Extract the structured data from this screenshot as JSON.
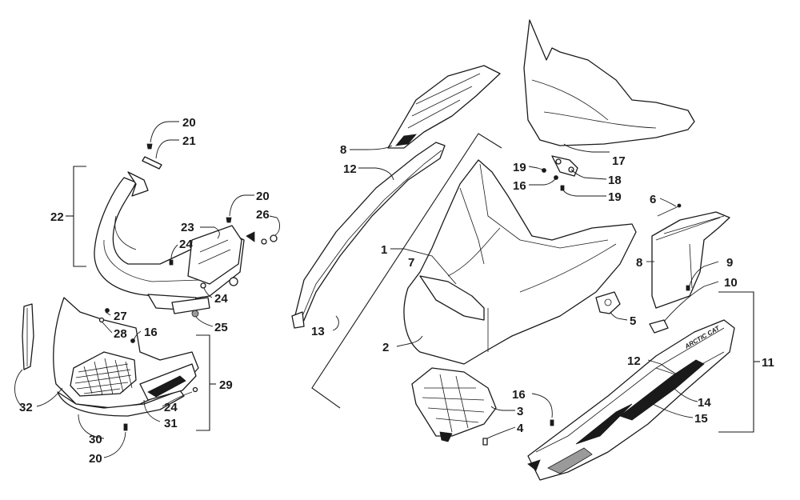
{
  "diagram": {
    "brand_text": "ARCTIC CAT",
    "callouts": [
      {
        "id": "c20a",
        "label": "20"
      },
      {
        "id": "c21",
        "label": "21"
      },
      {
        "id": "c22",
        "label": "22"
      },
      {
        "id": "c20b",
        "label": "20"
      },
      {
        "id": "c26",
        "label": "26"
      },
      {
        "id": "c23",
        "label": "23"
      },
      {
        "id": "c24a",
        "label": "24"
      },
      {
        "id": "c24b",
        "label": "24"
      },
      {
        "id": "c25",
        "label": "25"
      },
      {
        "id": "c27",
        "label": "27"
      },
      {
        "id": "c28",
        "label": "28"
      },
      {
        "id": "c16a",
        "label": "16"
      },
      {
        "id": "c29",
        "label": "29"
      },
      {
        "id": "c24c",
        "label": "24"
      },
      {
        "id": "c31",
        "label": "31"
      },
      {
        "id": "c32",
        "label": "32"
      },
      {
        "id": "c30",
        "label": "30"
      },
      {
        "id": "c20c",
        "label": "20"
      },
      {
        "id": "c8a",
        "label": "8"
      },
      {
        "id": "c12a",
        "label": "12"
      },
      {
        "id": "c1",
        "label": "1"
      },
      {
        "id": "c7",
        "label": "7"
      },
      {
        "id": "c13",
        "label": "13"
      },
      {
        "id": "c2",
        "label": "2"
      },
      {
        "id": "c17",
        "label": "17"
      },
      {
        "id": "c19a",
        "label": "19"
      },
      {
        "id": "c18",
        "label": "18"
      },
      {
        "id": "c16b",
        "label": "16"
      },
      {
        "id": "c19b",
        "label": "19"
      },
      {
        "id": "c6",
        "label": "6"
      },
      {
        "id": "c8b",
        "label": "8"
      },
      {
        "id": "c9",
        "label": "9"
      },
      {
        "id": "c10",
        "label": "10"
      },
      {
        "id": "c5",
        "label": "5"
      },
      {
        "id": "c11",
        "label": "11"
      },
      {
        "id": "c12b",
        "label": "12"
      },
      {
        "id": "c14",
        "label": "14"
      },
      {
        "id": "c15",
        "label": "15"
      },
      {
        "id": "c16c",
        "label": "16"
      },
      {
        "id": "c3",
        "label": "3"
      },
      {
        "id": "c4",
        "label": "4"
      }
    ]
  }
}
